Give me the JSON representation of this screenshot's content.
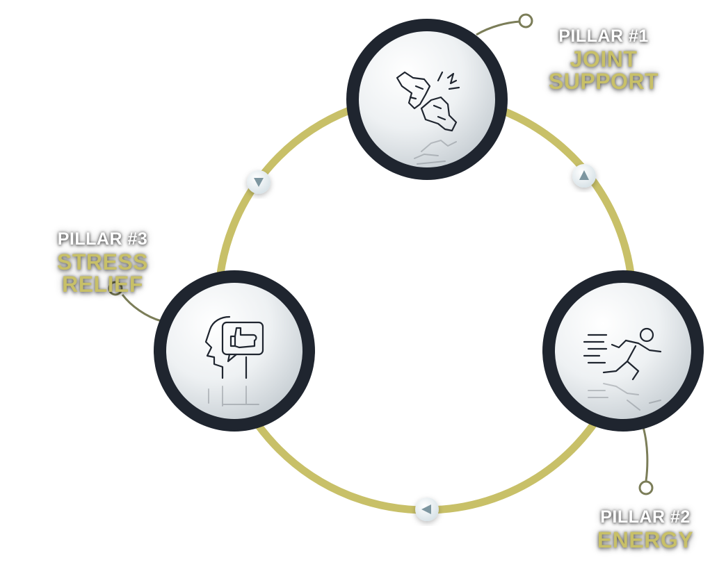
{
  "pillars": [
    {
      "kicker": "PILLAR #1",
      "title": "JOINT SUPPORT",
      "icon": "broken-joint-icon"
    },
    {
      "kicker": "PILLAR #2",
      "title": "ENERGY",
      "icon": "running-person-icon"
    },
    {
      "kicker": "PILLAR #3",
      "title": "STRESS RELIEF",
      "icon": "head-thumbs-up-icon"
    }
  ],
  "colors": {
    "ring": "#c8c068",
    "node_border": "#1f252f",
    "connector": "#7b7d58",
    "arrow": "#7d96a0",
    "label_kicker": "#ffffff",
    "label_title": "#c8c068"
  }
}
